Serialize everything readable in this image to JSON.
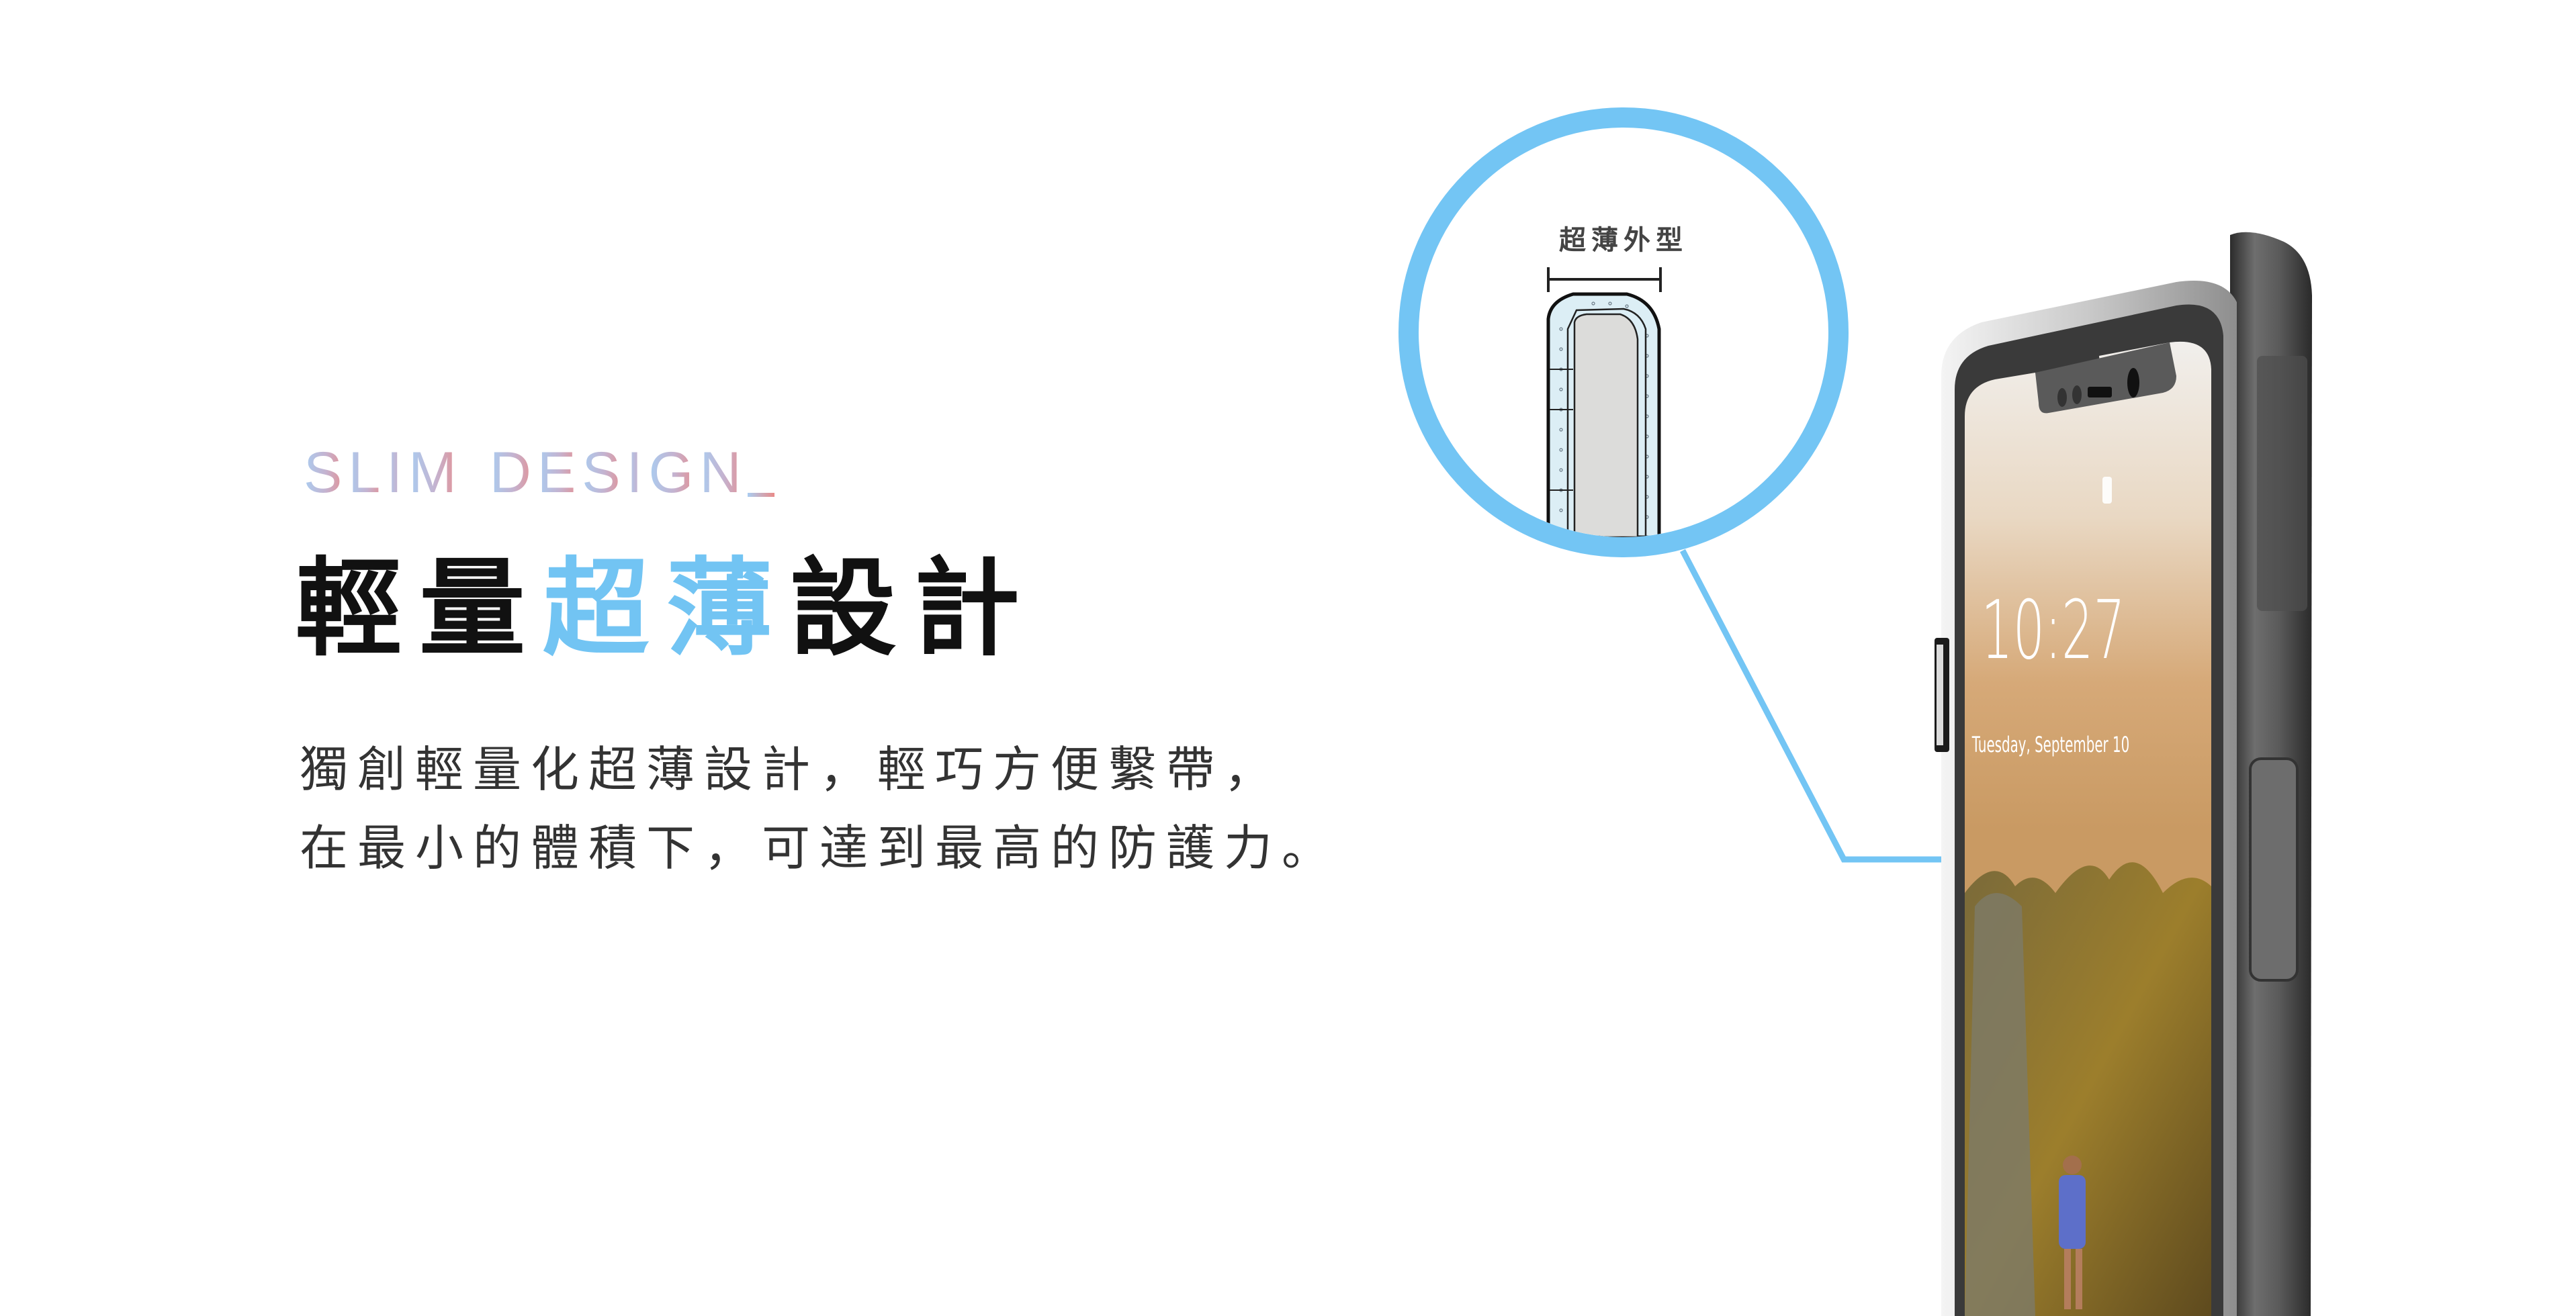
{
  "section": {
    "eyebrow": "SLIM DESIGN",
    "eyebrow_letters": [
      "S",
      "L",
      "I",
      "M",
      " ",
      "D",
      "E",
      "S",
      "I",
      "G",
      "N"
    ],
    "headline": {
      "part1": "輕量",
      "accent": "超薄",
      "part2": "設計"
    },
    "body_lines": [
      "獨創輕量化超薄設計，輕巧方便繫帶，",
      "在最小的體積下，可達到最高的防護力。"
    ]
  },
  "callout": {
    "label": "超薄外型",
    "icon": "case-cross-section-diagram"
  },
  "phone": {
    "lock_time": "10:27",
    "lock_date": "Tuesday, September 10"
  },
  "colors": {
    "accent_blue": "#73c5f4",
    "gradient_start": "#aacdf1",
    "gradient_end": "#ea8a88",
    "headline_text": "#111111",
    "body_text": "#333333"
  }
}
